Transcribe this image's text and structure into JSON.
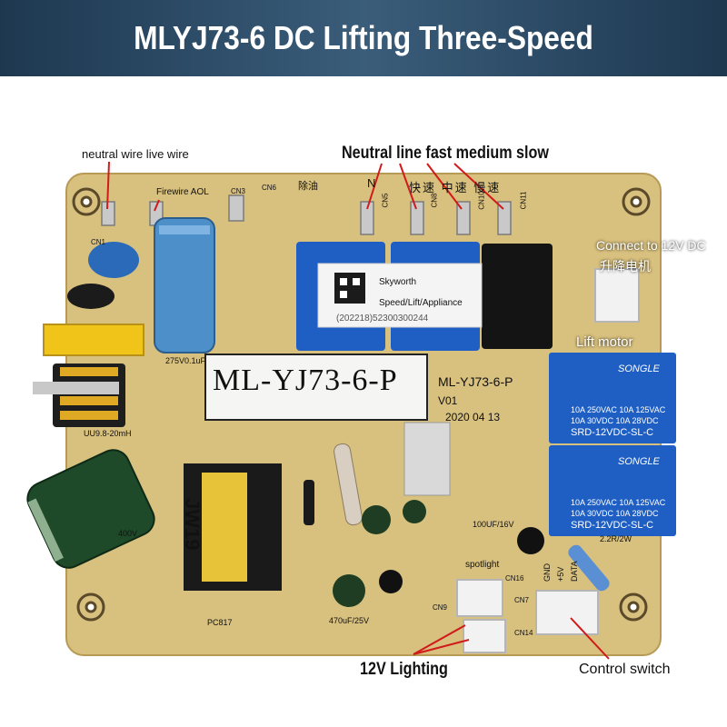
{
  "banner": {
    "title": "MLYJ73-6 DC Lifting Three-Speed"
  },
  "annotations": {
    "neutral_live": "neutral wire live wire",
    "firewire": "Firewire AOL",
    "speeds": "Neutral line fast medium slow",
    "connect_12v": "Connect to 12V DC",
    "chinese_lift_motor": "升降电机",
    "lift_motor": "Lift motor",
    "spotlight": "spotlight",
    "lighting_12v": "12V Lighting",
    "control_switch": "Control switch"
  },
  "board": {
    "model_label": "ML-YJ73-6-P",
    "model_print": "ML-YJ73-6-P",
    "version": "V01",
    "date": "2020 04 13",
    "sticker_brand": "Skyworth",
    "sticker_text": "Speed/Lift/Appliance",
    "sticker_code": "(202218)52300300244",
    "transformer": "JW19",
    "connectors": {
      "cn1": "CN1",
      "cn3": "CN3",
      "cn6": "CN6",
      "cn5": "CN5",
      "cn8": "CN8",
      "cn10": "CN10",
      "cn11": "CN11",
      "cn9": "CN9",
      "cn7": "CN7",
      "cn14": "CN14",
      "cn16": "CN16"
    },
    "silk_n": "N",
    "silk_speed": "快速 中速 慢速",
    "silk_oil": "除油",
    "silk_gnd": "GND",
    "silk_5v": "+5V",
    "silk_data": "DATA",
    "cap_main": "400V",
    "cap_label": "100UF/16V",
    "cap_ec": "470uF/25V",
    "inductor": "UU9.8-20mH",
    "x2": "275V0.1uF",
    "ic": "PC817",
    "resistor": "2.2R/2W"
  },
  "relays": [
    {
      "brand": "SONGLE",
      "spec1": "10A 250VAC  10A 125VAC",
      "spec2": "10A 30VDC   10A 28VDC",
      "model": "SRD-12VDC-SL-C"
    },
    {
      "brand": "SONGLE",
      "spec1": "10A 250VAC  10A 125VAC",
      "spec2": "10A 30VDC   10A 28VDC",
      "model": "SRD-12VDC-SL-C"
    }
  ],
  "colors": {
    "banner": "#2a4a66",
    "board": "#d8c07e",
    "relay_blue": "#1f5fc4",
    "cap_green": "#1f4a2a"
  }
}
